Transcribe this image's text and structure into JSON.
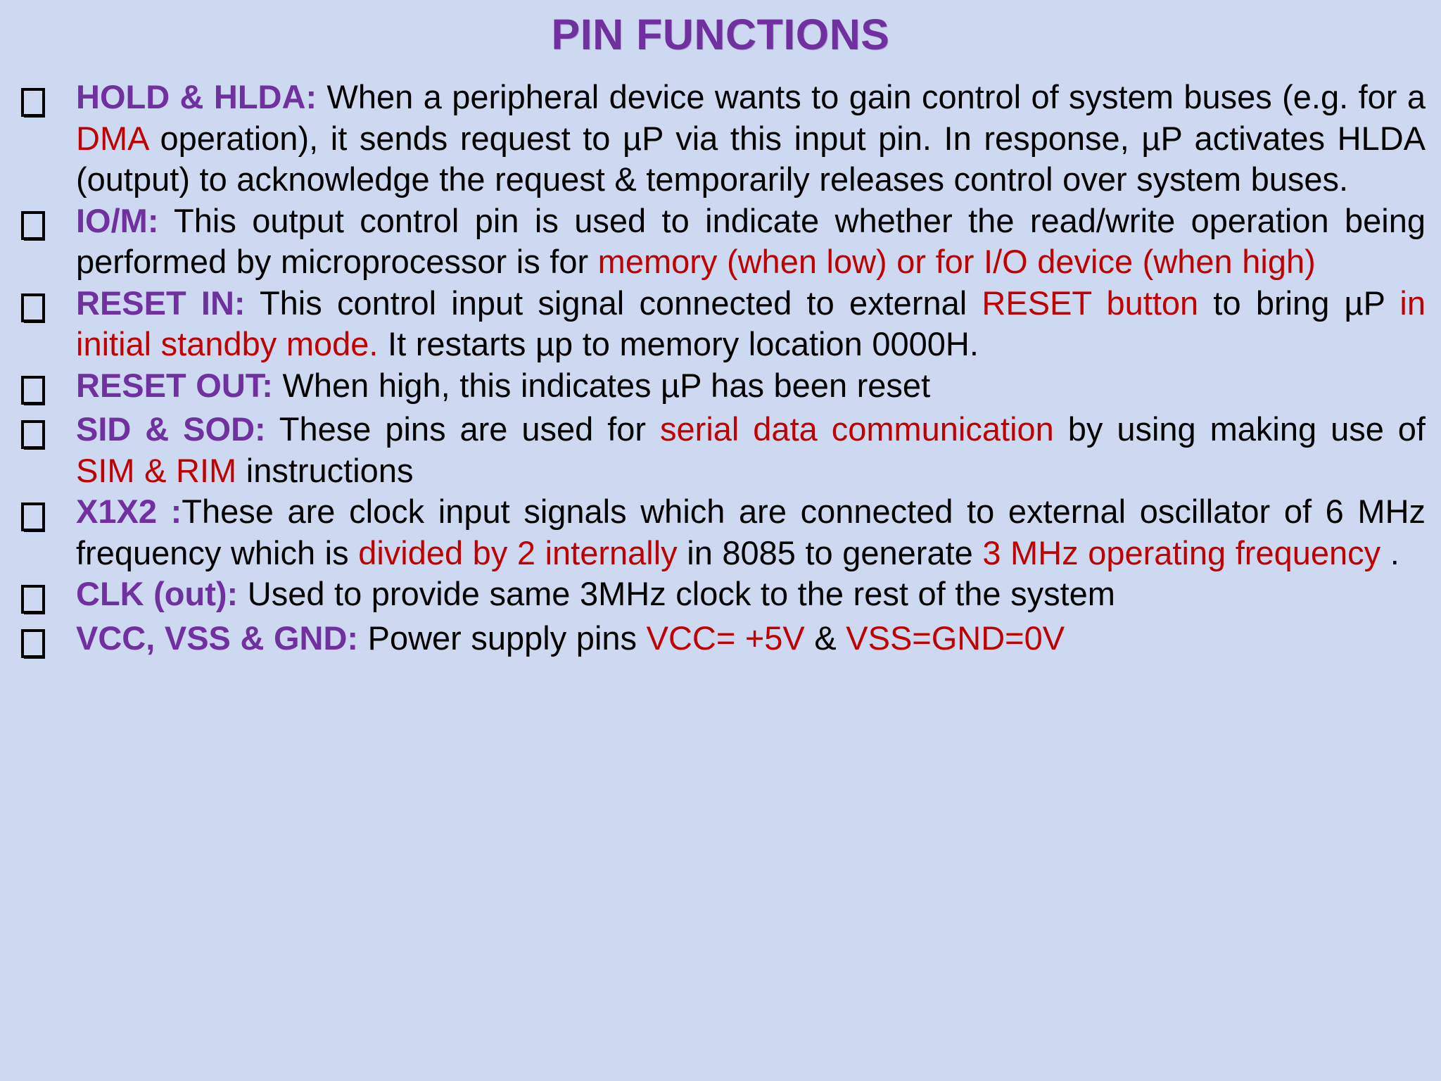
{
  "slide": {
    "background_color": "#ccd9f0",
    "title": "PIN FUNCTIONS",
    "title_color": "#7030a0",
    "body_color": "#000000",
    "highlight_color": "#c00000",
    "label_color": "#7030a0",
    "bullet_glyph": "hollow-square"
  },
  "bullets": [
    {
      "id": "hold-hlda",
      "label": "HOLD & HLDA:",
      "segments": [
        {
          "text": " When a peripheral device wants to gain control of system buses (e.g. for a ",
          "color": "black"
        },
        {
          "text": "DMA",
          "color": "red"
        },
        {
          "text": " operation), it sends request to µP via this input pin. In response, µP activates HLDA (output) to acknowledge the request & temporarily releases control over system buses.",
          "color": "black"
        }
      ]
    },
    {
      "id": "io-m",
      "label": "IO/M:",
      "segments": [
        {
          "text": " This output control pin is used to indicate whether the read/write operation being performed by microprocessor is for ",
          "color": "black"
        },
        {
          "text": "memory (when low) or for I/O device (when high)",
          "color": "red"
        }
      ]
    },
    {
      "id": "reset-in",
      "label": "RESET IN:",
      "segments": [
        {
          "text": " This control input signal connected to external ",
          "color": "black"
        },
        {
          "text": "RESET button",
          "color": "red"
        },
        {
          "text": " to bring µP ",
          "color": "black"
        },
        {
          "text": "in initial standby mode.",
          "color": "red"
        },
        {
          "text": " It restarts µp to memory location 0000H.",
          "color": "black"
        }
      ]
    },
    {
      "id": "reset-out",
      "label": "RESET OUT:",
      "segments": [
        {
          "text": " When high, this indicates µP has been reset",
          "color": "black"
        }
      ]
    },
    {
      "id": "sid-sod",
      "label": "SID & SOD:",
      "segments": [
        {
          "text": " These pins are used for ",
          "color": "black"
        },
        {
          "text": "serial data communication",
          "color": "red"
        },
        {
          "text": " by using making use of ",
          "color": "black"
        },
        {
          "text": "SIM & RIM",
          "color": "red"
        },
        {
          "text": " instructions",
          "color": "black"
        }
      ]
    },
    {
      "id": "x1x2",
      "label": "X1X2 :",
      "segments": [
        {
          "text": "These are clock input signals which are connected to external oscillator of 6 MHz frequency which is ",
          "color": "black"
        },
        {
          "text": "divided by 2 internally",
          "color": "red"
        },
        {
          "text": " in 8085 to generate ",
          "color": "black"
        },
        {
          "text": "3 MHz operating frequency",
          "color": "red"
        },
        {
          "text": " .",
          "color": "black"
        }
      ]
    },
    {
      "id": "clk-out",
      "label": "CLK (out):",
      "segments": [
        {
          "text": " Used to provide same 3MHz clock to the rest of the system",
          "color": "black"
        }
      ]
    },
    {
      "id": "vcc-vss-gnd",
      "label": "VCC, VSS & GND:",
      "segments": [
        {
          "text": " Power supply pins ",
          "color": "black"
        },
        {
          "text": "VCC= +5V",
          "color": "red"
        },
        {
          "text": " & ",
          "color": "black"
        },
        {
          "text": "VSS=GND=0V",
          "color": "red"
        }
      ]
    }
  ]
}
